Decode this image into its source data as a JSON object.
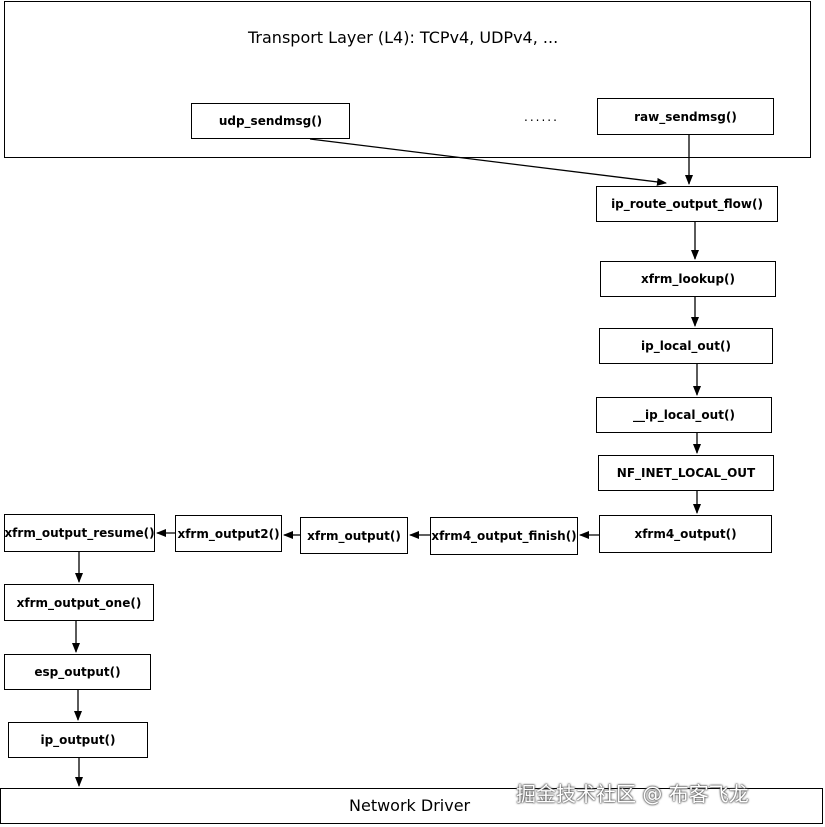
{
  "transport_layer": {
    "title": "Transport Layer (L4): TCPv4, UDPv4, ...",
    "ellipsis": "......"
  },
  "nodes": {
    "udp_sendmsg": "udp_sendmsg()",
    "raw_sendmsg": "raw_sendmsg()",
    "ip_route_output_flow": "ip_route_output_flow()",
    "xfrm_lookup": "xfrm_lookup()",
    "ip_local_out": "ip_local_out()",
    "__ip_local_out": "__ip_local_out()",
    "nf_inet_local_out": "NF_INET_LOCAL_OUT",
    "xfrm4_output": "xfrm4_output()",
    "xfrm4_output_finish": "xfrm4_output_finish()",
    "xfrm_output": "xfrm_output()",
    "xfrm_output2": "xfrm_output2()",
    "xfrm_output_resume": "xfrm_output_resume()",
    "xfrm_output_one": "xfrm_output_one()",
    "esp_output": "esp_output()",
    "ip_output": "ip_output()"
  },
  "network_driver": {
    "label": "Network Driver"
  },
  "watermark": "掘金技术社区 @ 布客飞龙"
}
